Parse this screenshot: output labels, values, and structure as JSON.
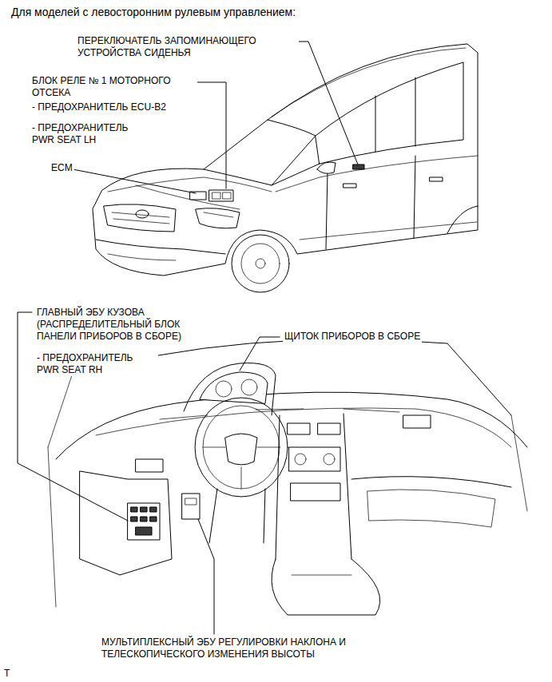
{
  "diagram": {
    "title": "Для моделей с левосторонним рулевым управлением:",
    "labels": [
      "ПЕРЕКЛЮЧАТЕЛЬ ЗАПОМИНАЮЩЕГО УСТРОЙСТВА СИДЕНЬЯ",
      "БЛОК РЕЛЕ № 1 МОТОРНОГО ОТСЕКА",
      "- ПРЕДОХРАНИТЕЛЬ ECU-B2",
      "- ПРЕДОХРАНИТЕЛЬ PWR SEAT LH",
      "ECM",
      "ГЛАВНЫЙ ЭБУ КУЗОВА (РАСПРЕДЕЛИТЕЛЬНЫЙ БЛОК ПАНЕЛИ ПРИБОРОВ В СБОРЕ)",
      "- ПРЕДОХРАНИТЕЛЬ PWR SEAT RH",
      "ЩИТОК ПРИБОРОВ В СБОРЕ",
      "МУЛЬТИПЛЕКСНЫЙ ЭБУ РЕГУЛИРОВКИ НАКЛОНА И ТЕЛЕСКОПИЧЕСКОГО ИЗМЕНЕНИЯ ВЫСОТЫ",
      "T"
    ]
  }
}
